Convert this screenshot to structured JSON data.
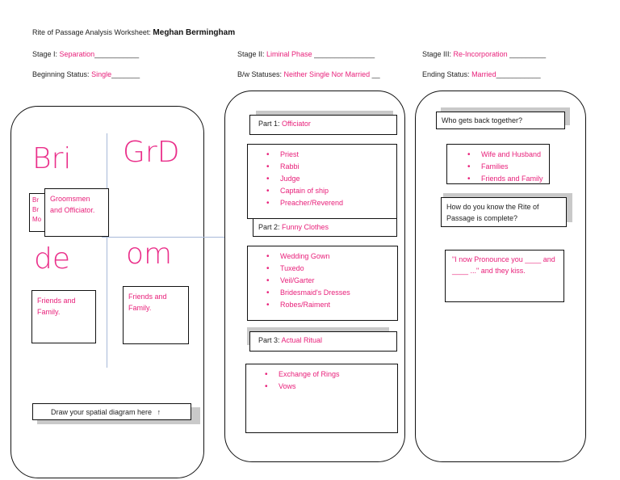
{
  "header": {
    "title_prefix": "Rite of Passage Analysis Worksheet:",
    "student_name": "Meghan Bermingham",
    "stage1_label": "Stage I:",
    "stage1_value": "Separation",
    "stage1_blank": "___________",
    "stage2_label": "Stage II:",
    "stage2_value": "Liminal Phase",
    "stage2_blank": "_______________",
    "stage3_label": "Stage III:",
    "stage3_value": "Re-Incorporation",
    "stage3_blank": "_________",
    "begin_label": "Beginning Status:",
    "begin_value": "Single",
    "begin_blank": "_______",
    "between_label": "B/w Statuses:",
    "between_value": "Neither Single Nor Married",
    "between_blank": "__",
    "end_label": "Ending Status:",
    "end_value": "Married",
    "end_blank": "___________"
  },
  "left": {
    "hand_1": "Bri",
    "hand_2": "GrD",
    "hand_3": "de",
    "hand_4": "om",
    "partial_1": "Br",
    "partial_2": "Br",
    "partial_3": "Mo",
    "groomsmen_box": "Groomsmen and Officiator.",
    "friends_left": "Friends and Family.",
    "friends_right": "Friends and Family.",
    "draw_label": "Draw your spatial diagram here",
    "draw_arrow": "↑"
  },
  "middle": {
    "part1_label": "Part 1:",
    "part1_value": "Officiator",
    "part1_items": [
      "Priest",
      "Rabbi",
      "Judge",
      "Captain of ship",
      "Preacher/Reverend"
    ],
    "part2_label": "Part 2:",
    "part2_value": "Funny Clothes",
    "part2_items": [
      "Wedding Gown",
      "Tuxedo",
      "Veil/Garter",
      "Bridesmaid's Dresses",
      "Robes/Raiment"
    ],
    "part3_label": "Part 3:",
    "part3_value": "Actual Ritual",
    "part3_items": [
      "Exchange of Rings",
      "Vows"
    ]
  },
  "right": {
    "who_label": "Who gets back together?",
    "who_items": [
      "Wife and Husband",
      "Families",
      "Friends and Family"
    ],
    "how_label": "How do you know the Rite of Passage is complete?",
    "quote": "\"I now Pronounce you ____ and ____ ...\" and they kiss."
  },
  "colors": {
    "accent": "#e8207a"
  }
}
